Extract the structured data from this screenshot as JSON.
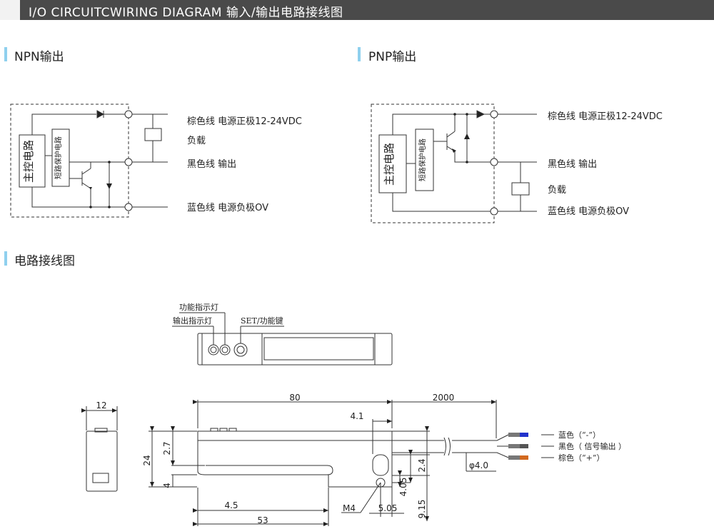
{
  "header": {
    "title": "I/O CIRCUITCWIRING DIAGRAM 输入/输出电路接线图"
  },
  "sections": {
    "npn": "NPN输出",
    "pnp": "PNP输出",
    "wiring": "电路接线图"
  },
  "npn": {
    "main_circuit": "主控电路",
    "protect_circuit": "短路保护电路",
    "brown": "棕色线  电源正极12-24VDC",
    "load": "负载",
    "black": "黑色线  输出",
    "blue": "蓝色线  电源负极OV"
  },
  "pnp": {
    "main_circuit": "主控电路",
    "protect_circuit": "短路保护电路",
    "brown": "棕色线  电源正极12-24VDC",
    "black": "黑色线  输出",
    "load": "负载",
    "blue": "蓝色线  电源负极OV"
  },
  "device": {
    "func_led": "功能指示灯",
    "out_led": "输出指示灯",
    "set_key": "SET/功能键"
  },
  "dimensions": {
    "w12": "12",
    "d80": "80",
    "d2000": "2000",
    "d41": "4.1",
    "d24": "24",
    "d27": "2.7",
    "d4": "4",
    "d45": "4.5",
    "d53": "53",
    "m4": "M4",
    "d505": "5.05",
    "d24b": "2.4",
    "d405": "4.05",
    "d915": "9.15",
    "dia": "φ4.0"
  },
  "wires": {
    "blue": "蓝色（“-”）",
    "black": "黑色（ 信号输出 ）",
    "brown": "棕色（“+”）"
  },
  "colors": {
    "accent": "#8fd0ee",
    "header_bg": "#4a4a4a",
    "wire_blue": "#2233cc",
    "wire_black": "#555555",
    "wire_brown": "#d2691e"
  }
}
